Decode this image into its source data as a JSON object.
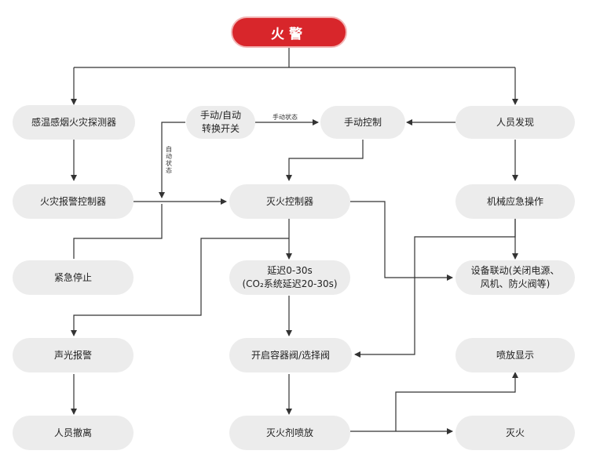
{
  "title": "火警",
  "nodes": {
    "smoke_detector": "感温感烟火灾探测器",
    "fire_alarm_controller": "火灾报警控制器",
    "emergency_stop": "紧急停止",
    "sound_light_alarm": "声光报警",
    "evacuation": "人员撤离",
    "switch_line1": "手动/自动",
    "switch_line2": "转换开关",
    "manual_control": "手动控制",
    "person_discovers": "人员发现",
    "extinguish_controller": "灭火控制器",
    "mechanical_emergency": "机械应急操作",
    "delay_line1": "延迟0-30s",
    "delay_line2": "(CO₂系统延迟20-30s)",
    "linkage_line1": "设备联动(关闭电源、",
    "linkage_line2": "风机、防火阀等)",
    "open_valve": "开启容器阀/选择阀",
    "spray_display": "喷放显示",
    "agent_spray": "灭火剂喷放",
    "fire_out": "灭火"
  },
  "labels": {
    "manual_state": "手动状态",
    "auto_state": "自动状态"
  }
}
